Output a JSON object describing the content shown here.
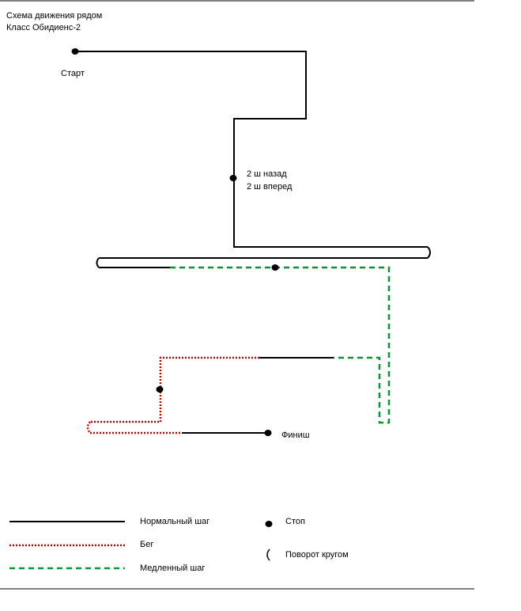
{
  "header": {
    "title": "Схема движения рядом",
    "subtitle": "Класс Обидиенс-2"
  },
  "labels": {
    "start": "Старт",
    "command_line1": "2 ш назад",
    "command_line2": "2 ш вперед",
    "finish": "Финиш"
  },
  "legend": {
    "normal_step": "Нормальный шаг",
    "run": "Бег",
    "slow_step": "Медленный шаг",
    "stop": "Стоп",
    "turn_around": "Поворот кругом"
  },
  "colors": {
    "normal": "#000000",
    "run": "#cc0000",
    "slow": "#009933"
  }
}
